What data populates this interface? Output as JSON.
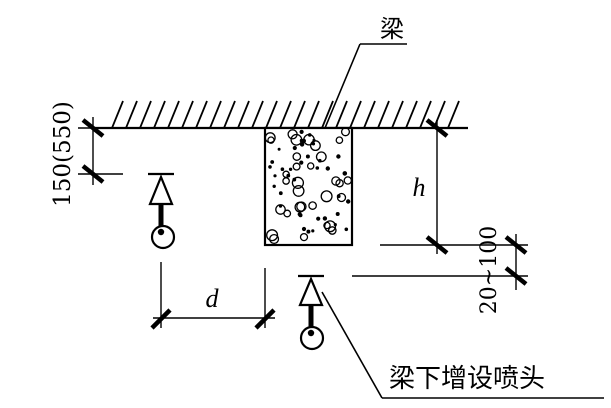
{
  "labels": {
    "beam": "梁",
    "sprinkler_below_beam": "梁下增设喷头",
    "dim_top_distance": "150(550)",
    "dim_h": "h",
    "dim_d": "d",
    "dim_range": "20~100"
  }
}
